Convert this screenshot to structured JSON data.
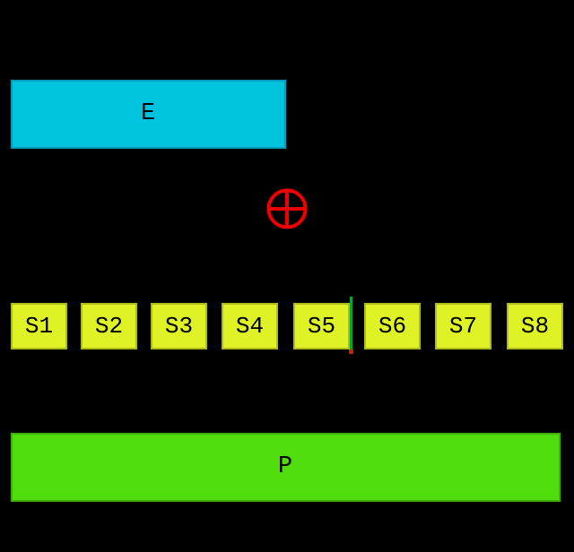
{
  "colors": {
    "bg": "#000000",
    "text": "#000000",
    "e_fill": "#00c3dd",
    "e_border": "#009cb8",
    "s_fill": "#dff226",
    "s_border": "#aebc1a",
    "p_fill": "#50dd0e",
    "p_border": "#3fb00a",
    "cross": "#ee0000",
    "divider": "#00a82e",
    "divider_dot": "#cc2200"
  },
  "blocks": {
    "e": {
      "label": "E"
    },
    "p": {
      "label": "P"
    }
  },
  "xor_node": {
    "icon": "circled-cross"
  },
  "segments": [
    {
      "label": "S1"
    },
    {
      "label": "S2"
    },
    {
      "label": "S3"
    },
    {
      "label": "S4"
    },
    {
      "label": "S5"
    },
    {
      "label": "S6"
    },
    {
      "label": "S7"
    },
    {
      "label": "S8"
    }
  ]
}
